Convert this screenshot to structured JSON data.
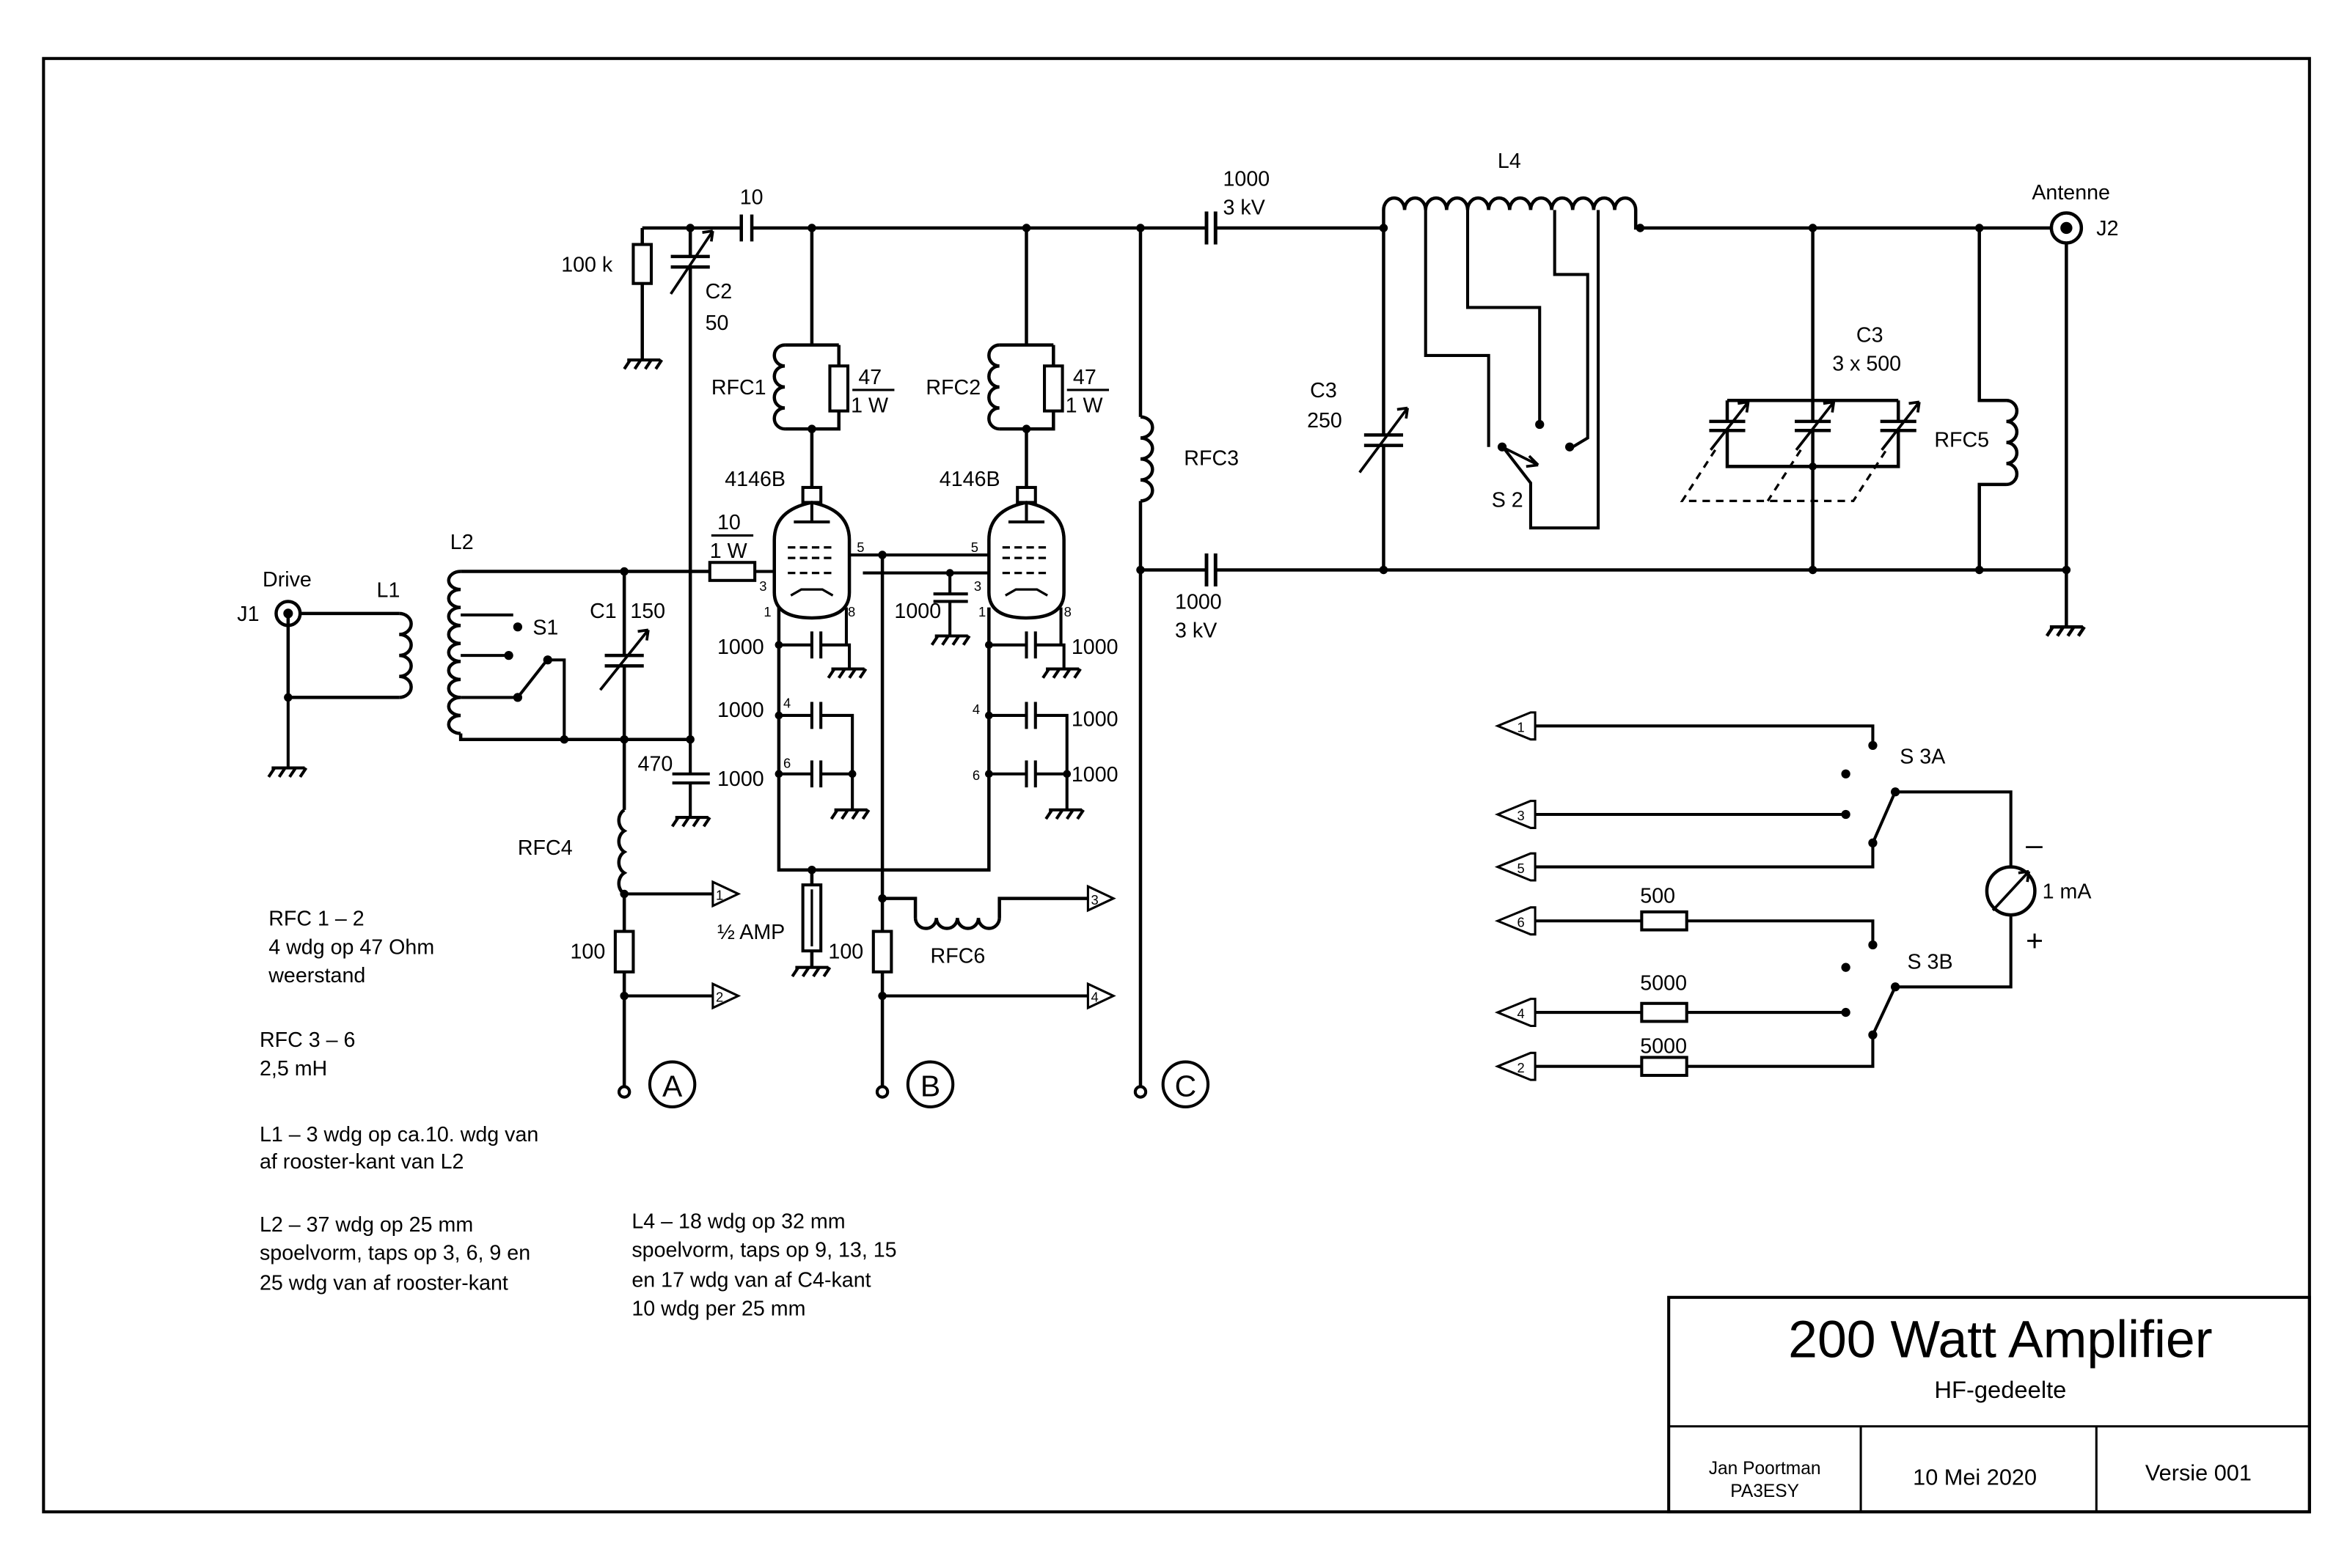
{
  "title_block": {
    "title": "200 Watt Amplifier",
    "subtitle": "HF-gedeelte",
    "author_name": "Jan Poortman",
    "author_call": "PA3ESY",
    "date": "10 Mei 2020",
    "version": "Versie 001"
  },
  "labels": {
    "drive": "Drive",
    "j1": "J1",
    "l1": "L1",
    "l2": "L2",
    "s1": "S1",
    "c1": "C1",
    "c1_val": "150",
    "r_100k": "100 k",
    "c2": "C2",
    "c2_val": "50",
    "c_10": "10",
    "c_470": "470",
    "rfc4": "RFC4",
    "r_100a": "100",
    "r_grid_top": "10",
    "r_grid_bot": "1 W",
    "rfc1": "RFC1",
    "rfc2": "RFC2",
    "r47a_top": "47",
    "r47a_bot": "1 W",
    "r47b_top": "47",
    "r47b_bot": "1 W",
    "tube1": "4146B",
    "tube2": "4146B",
    "c_1000_mid": "1000",
    "c_1000_l1": "1000",
    "c_1000_l2": "1000",
    "c_1000_l3": "1000",
    "c_1000_r1": "1000",
    "c_1000_r2": "1000",
    "c_1000_r3": "1000",
    "fuse": "½ AMP",
    "r_100b": "100",
    "rfc6": "RFC6",
    "rfc3": "RFC3",
    "c_out_top1": "1000",
    "c_out_top2": "3 kV",
    "c_out_bot1": "1000",
    "c_out_bot2": "3 kV",
    "c3a": "C3",
    "c3a_val": "250",
    "l4": "L4",
    "s2": "S 2",
    "c3b": "C3",
    "c3b_val": "3 x 500",
    "rfc5": "RFC5",
    "antenne": "Antenne",
    "j2": "J2",
    "s3a": "S 3A",
    "s3b": "S 3B",
    "r500": "500",
    "r5000a": "5000",
    "r5000b": "5000",
    "meter": "1 mA",
    "minus": "–",
    "plus": "+",
    "pin1": "1",
    "pin3": "3",
    "pin4": "4",
    "pin5": "5",
    "pin6": "6",
    "pin8": "8",
    "conn_a": "A",
    "conn_b": "B",
    "conn_c": "C",
    "flag1": "1",
    "flag2": "2",
    "flag3": "3",
    "flag4": "4",
    "mflag1": "1",
    "mflag3": "3",
    "mflag5": "5",
    "mflag6": "6",
    "mflag4": "4",
    "mflag2": "2"
  },
  "notes": {
    "rfc12": [
      "RFC 1 – 2",
      "4 wdg op 47 Ohm",
      "weerstand"
    ],
    "rfc36": [
      "RFC 3 – 6",
      "2,5 mH"
    ],
    "l13": [
      "L1 – 3 wdg op ca.10. wdg van",
      "af rooster-kant van L2"
    ],
    "l2": [
      "L2 – 37 wdg op 25 mm",
      "spoelvorm, taps op 3, 6, 9 en",
      "25 wdg van af rooster-kant"
    ],
    "l4": [
      "L4 – 18 wdg op 32 mm",
      "spoelvorm, taps op 9, 13, 15",
      "en 17 wdg van af C4-kant",
      "10 wdg per 25 mm"
    ]
  }
}
